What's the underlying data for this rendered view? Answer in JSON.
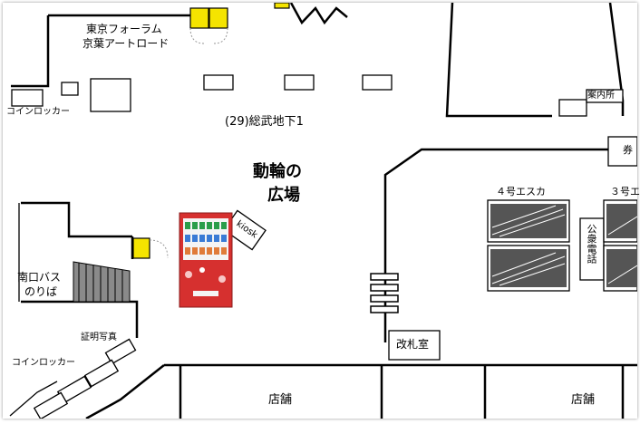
{
  "map": {
    "area_title": "(29)総武地下1",
    "plaza_line1": "動輪の",
    "plaza_line2": "広場",
    "tokyo_forum_line1": "東京フォーラム",
    "tokyo_forum_line2": "京葉アートロード",
    "coin_locker": "コインロッカー",
    "coin_locker_2": "コインロッカー",
    "information": "案内所",
    "ticket_partial": "券",
    "escalator_4": "４号エスカ",
    "escalator_3": "３号エ",
    "public_phone": "公衆電話",
    "south_bus_line1": "南口バス",
    "south_bus_line2": "のりば",
    "id_photo": "証明写真",
    "kiosk": "kiosk",
    "ticket_gate_room": "改札室",
    "shop_left": "店舗",
    "shop_right": "店舗"
  },
  "colors": {
    "line": "#000000",
    "locker_yellow": "#f5e400",
    "vending_red": "#d6302f",
    "escalator_fill": "#555555"
  }
}
